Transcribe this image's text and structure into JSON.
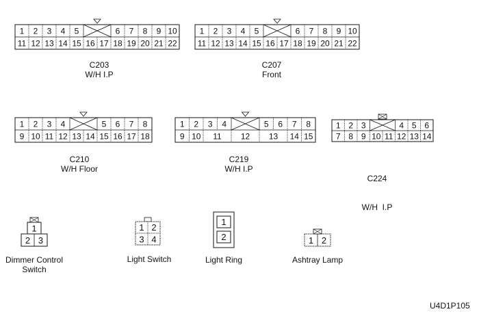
{
  "figure_code": "U4D1P105",
  "connectors": [
    {
      "id": "C203",
      "name": "W/H I.P",
      "key": "triangle",
      "top_row": [
        "1",
        "2",
        "3",
        "4",
        "5",
        "X",
        "6",
        "7",
        "8",
        "9",
        "10"
      ],
      "bottom_row": [
        "11",
        "12",
        "13",
        "14",
        "15",
        "16",
        "17",
        "18",
        "19",
        "20",
        "21",
        "22"
      ]
    },
    {
      "id": "C207",
      "name": "Front",
      "key": "triangle",
      "top_row": [
        "1",
        "2",
        "3",
        "4",
        "5",
        "X",
        "6",
        "7",
        "8",
        "9",
        "10"
      ],
      "bottom_row": [
        "11",
        "12",
        "13",
        "14",
        "15",
        "16",
        "17",
        "18",
        "19",
        "20",
        "21",
        "22"
      ]
    },
    {
      "id": "C210",
      "name": "W/H Floor",
      "key": "triangle",
      "top_row": [
        "1",
        "2",
        "3",
        "4",
        "X",
        "5",
        "6",
        "7",
        "8"
      ],
      "bottom_row": [
        "9",
        "10",
        "11",
        "12",
        "13",
        "14",
        "15",
        "16",
        "17",
        "18"
      ]
    },
    {
      "id": "C219",
      "name": "W/H I.P",
      "key": "triangle",
      "top_row": [
        "1",
        "2",
        "3",
        "4",
        "X",
        "5",
        "6",
        "7",
        "8"
      ],
      "bottom_row": [
        "9",
        "10",
        "11",
        "12",
        "13",
        "14",
        "15"
      ]
    },
    {
      "id": "C224",
      "name": "W/H  I.P",
      "key": "crossed-box",
      "top_row": [
        "1",
        "2",
        "3",
        "X",
        "4",
        "5",
        "6"
      ],
      "bottom_row": [
        "7",
        "8",
        "9",
        "10",
        "11",
        "12",
        "13",
        "14"
      ]
    }
  ],
  "small_connectors": [
    {
      "name": "Dimmer Control Switch",
      "name_lines": [
        "Dimmer Control",
        "Switch"
      ],
      "pins": [
        "1",
        "2",
        "3"
      ]
    },
    {
      "name": "Light Switch",
      "pins": [
        "1",
        "2",
        "3",
        "4"
      ]
    },
    {
      "name": "Light Ring",
      "pins": [
        "1",
        "2"
      ]
    },
    {
      "name": "Ashtray Lamp",
      "pins": [
        "1",
        "2"
      ]
    }
  ]
}
